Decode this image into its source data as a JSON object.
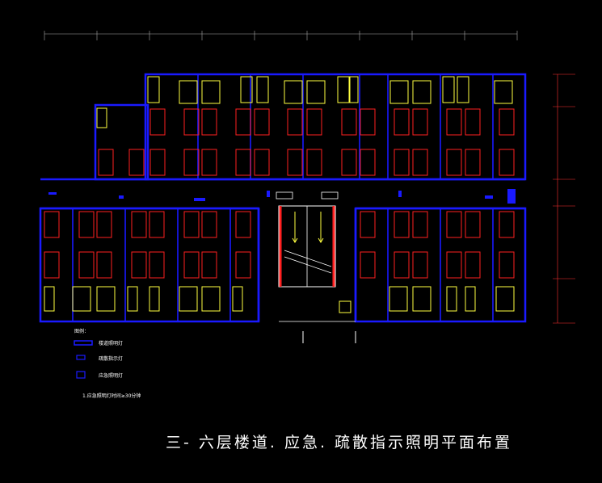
{
  "drawing": {
    "title": "三- 六层楼道. 应急. 疏散指示照明平面布置",
    "legend": {
      "heading": "图例：",
      "items": [
        {
          "label": "楼道照明灯"
        },
        {
          "label": "疏散指示灯"
        },
        {
          "label": "应急照明灯"
        }
      ],
      "note": "1.应急照明灯时间≥30分钟"
    }
  },
  "colors": {
    "background": "#000000",
    "wall": "#1a1aff",
    "furniture": "#ff2020",
    "fixture": "#ffff40",
    "text": "#ffffff",
    "dimension": "#ff3030"
  }
}
